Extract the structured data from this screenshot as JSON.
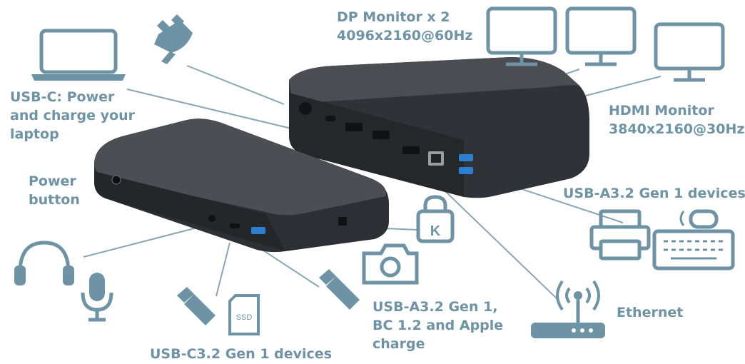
{
  "labels": {
    "dp_line1": "DP Monitor x 2",
    "dp_line2": "4096x2160@60Hz",
    "usbc_line1": "USB-C: Power",
    "usbc_line2": "and charge your",
    "usbc_line3": "laptop",
    "power_line1": "Power",
    "power_line2": "button",
    "hdmi_line1": "HDMI Monitor",
    "hdmi_line2": "3840x2160@30Hz",
    "usba_rear": "USB-A3.2 Gen 1 devices",
    "usba_front_line1": "USB-A3.2 Gen 1,",
    "usba_front_line2": "BC 1.2 and Apple",
    "usba_front_line3": "charge",
    "ethernet": "Ethernet",
    "usbc_devices": "USB-C3.2 Gen 1 devices"
  },
  "icon_text": {
    "lock_letter": "K",
    "ssd": "SSD"
  },
  "colors": {
    "accent": "#6e93a4",
    "device_body": "#35393d",
    "device_top": "#4a4e53",
    "port_blue": "#2e7fd0"
  }
}
